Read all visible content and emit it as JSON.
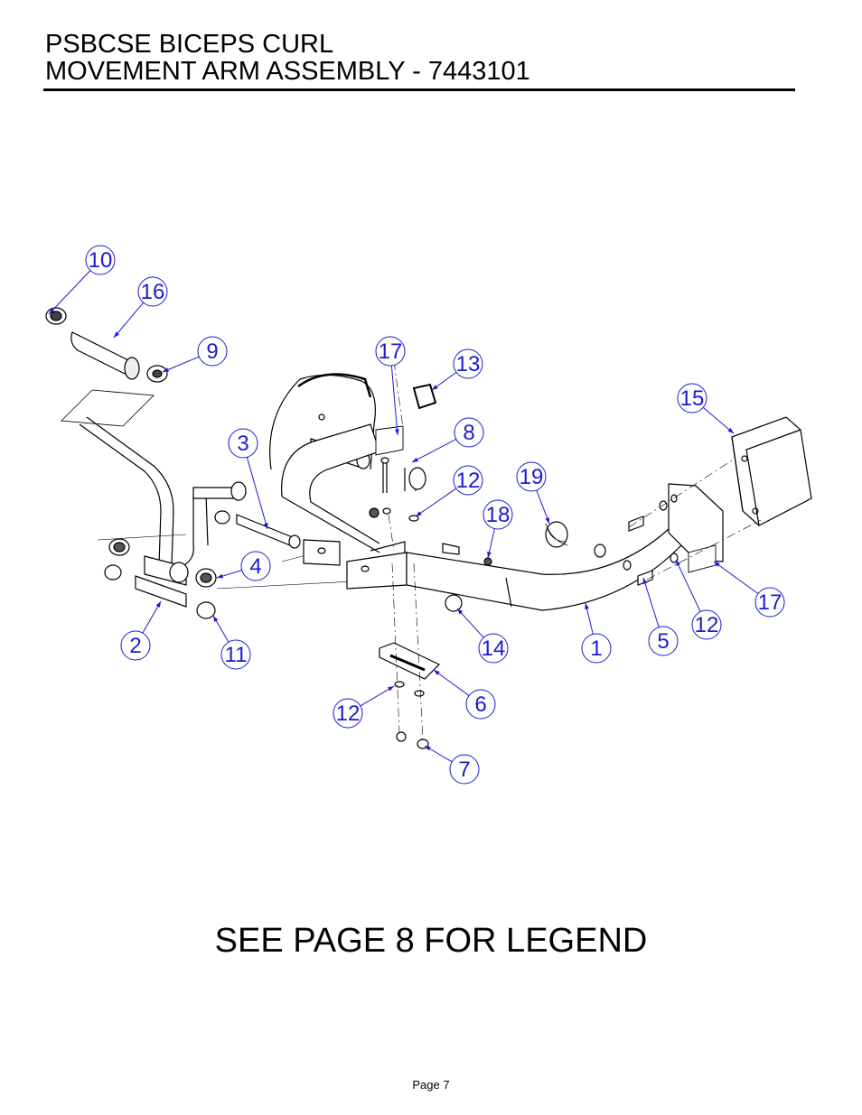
{
  "header": {
    "title_line1": "PSBCSE BICEPS CURL",
    "title_line2": "MOVEMENT ARM ASSEMBLY - 7443101"
  },
  "callouts": [
    {
      "label": "10"
    },
    {
      "label": "16"
    },
    {
      "label": "9"
    },
    {
      "label": "17"
    },
    {
      "label": "13"
    },
    {
      "label": "15"
    },
    {
      "label": "3"
    },
    {
      "label": "8"
    },
    {
      "label": "12"
    },
    {
      "label": "19"
    },
    {
      "label": "18"
    },
    {
      "label": "4"
    },
    {
      "label": "17"
    },
    {
      "label": "12"
    },
    {
      "label": "2"
    },
    {
      "label": "11"
    },
    {
      "label": "14"
    },
    {
      "label": "1"
    },
    {
      "label": "5"
    },
    {
      "label": "6"
    },
    {
      "label": "12"
    },
    {
      "label": "7"
    }
  ],
  "callout_color": "#1a1ad6",
  "footer": {
    "legend_note": "SEE PAGE 8 FOR LEGEND",
    "page_number": "Page 7"
  }
}
